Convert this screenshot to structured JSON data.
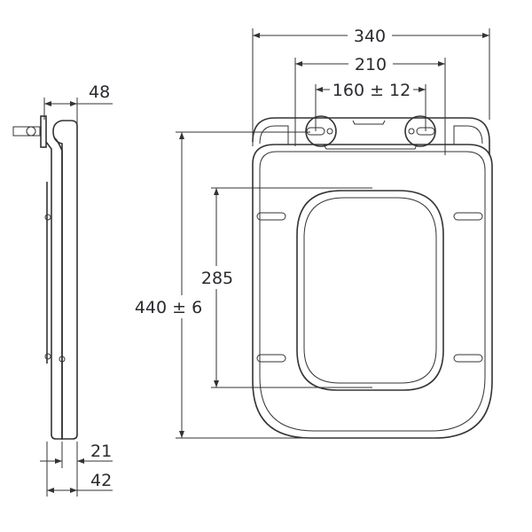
{
  "dimensions": {
    "overall_width": "340",
    "hinge_outer": "210",
    "hinge_spacing": "160 ± 12",
    "overall_length": "440 ± 6",
    "opening_length": "285",
    "side_hinge_depth": "48",
    "lid_thickness": "21",
    "total_thickness": "42"
  },
  "colors": {
    "line": "#333333",
    "text": "#2a2a30"
  }
}
